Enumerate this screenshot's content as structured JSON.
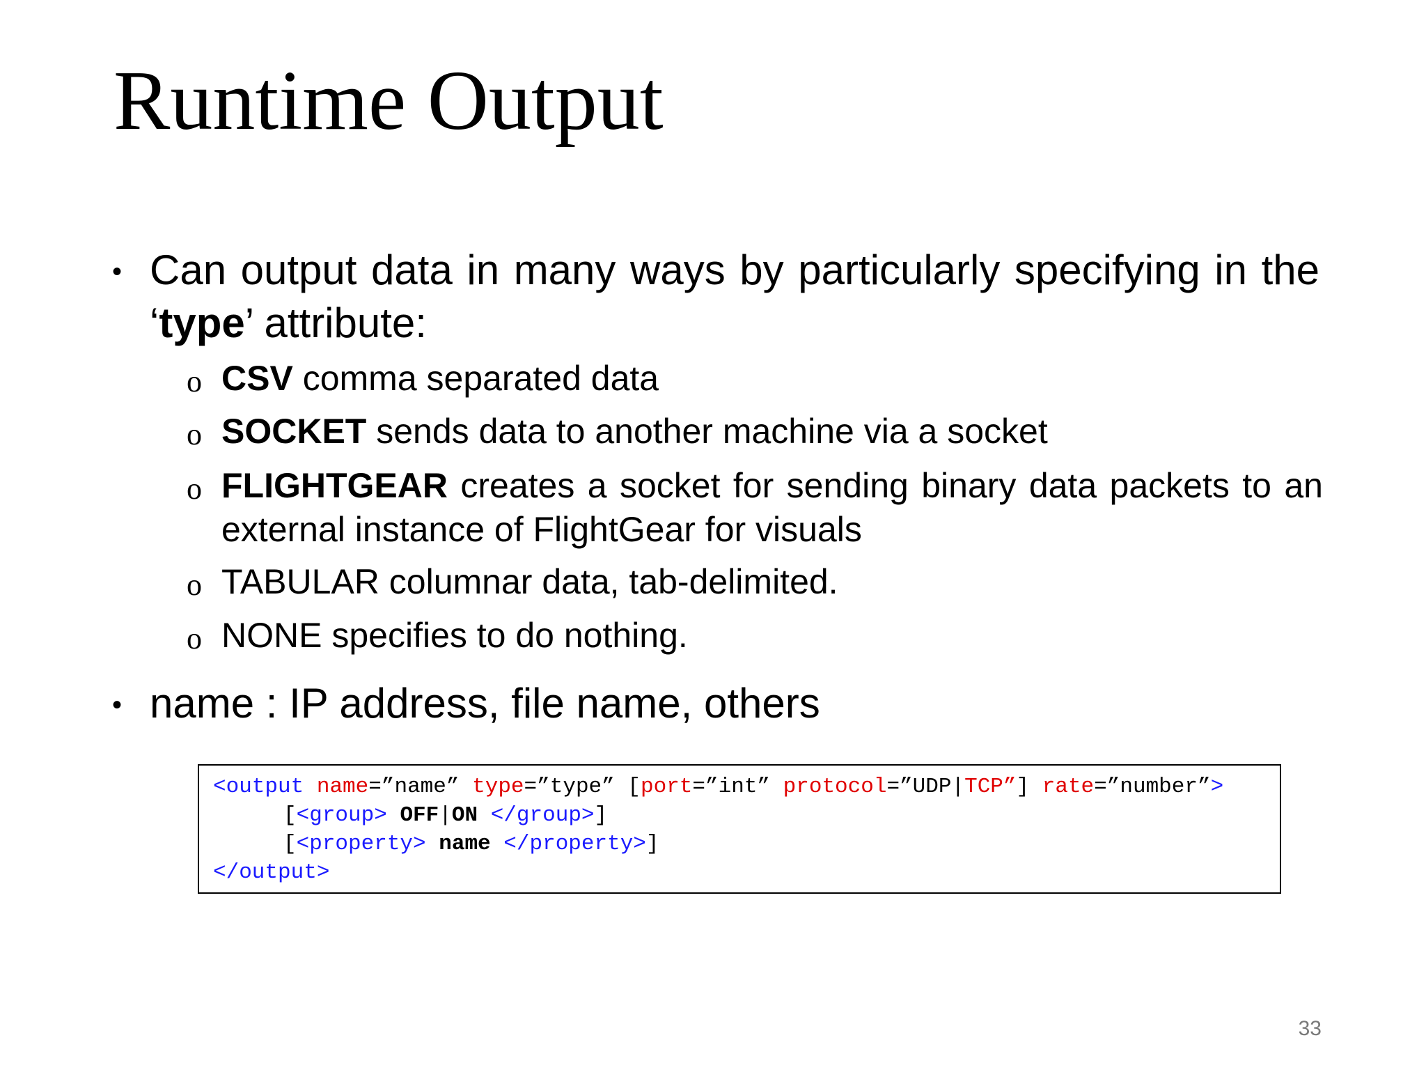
{
  "slide": {
    "title": "Runtime Output",
    "page_number": "33"
  },
  "bullets": {
    "b1": {
      "marker": "•",
      "before": "Can output data in many ways by particularly specifying in the ‘",
      "bold": "type",
      "after": "’ attribute:"
    },
    "subs": [
      {
        "marker": "o",
        "bold": "CSV",
        "text": " comma separated data"
      },
      {
        "marker": "o",
        "bold": "SOCKET",
        "text": " sends data to another machine via a socket"
      },
      {
        "marker": "o",
        "bold": "FLIGHTGEAR",
        "text": " creates a socket for sending binary data packets to an external instance of FlightGear for visuals"
      },
      {
        "marker": "o",
        "bold": "",
        "text": "TABULAR columnar data, tab-delimited."
      },
      {
        "marker": "o",
        "bold": "",
        "text": "NONE specifies to do nothing."
      }
    ],
    "b2": {
      "marker": "•",
      "text": "name : IP address, file name, others"
    }
  },
  "code": {
    "l1": {
      "open": "<output",
      "a1": "name",
      "v1": "=”name”",
      "a2": "type",
      "v2": "=”type”",
      "br_open": "[",
      "a3": "port",
      "v3": "=”int”",
      "a4": "protocol",
      "v4a": "=”UDP",
      "pipe": "|",
      "v4b": "TCP”",
      "br_close": "]",
      "a5": "rate",
      "v5": "=”number”",
      "close": ">"
    },
    "l2": {
      "br_open": "[",
      "tag_open": "<group>",
      "v_a": "OFF",
      "pipe": "|",
      "v_b": "ON",
      "tag_close": "</group>",
      "br_close": "]"
    },
    "l3": {
      "br_open": "[",
      "tag_open": "<property>",
      "value": "name",
      "tag_close": "</property>",
      "br_close": "]"
    },
    "l4": {
      "close_tag": "</output>"
    }
  }
}
